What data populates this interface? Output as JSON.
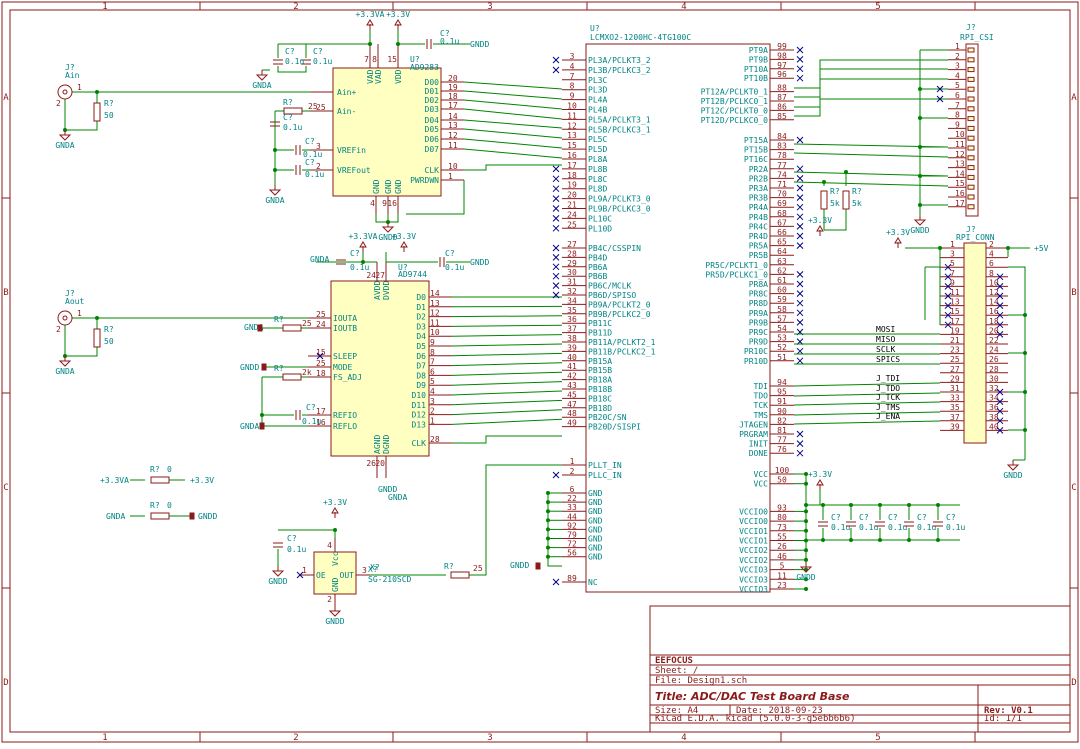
{
  "frame": {
    "cols": [
      "1",
      "2",
      "3",
      "4",
      "5"
    ],
    "rows": [
      "A",
      "B",
      "C",
      "D"
    ]
  },
  "title_block": {
    "company": "EEFOCUS",
    "sheet": "Sheet: /",
    "file": "File: Design1.sch",
    "title": "Title: ADC/DAC Test Board Base",
    "size": "Size: A4",
    "date": "Date: 2018-09-23",
    "rev": "Rev: V0.1",
    "tool": "KiCad E.D.A.  kicad (5.0.0-3-g5ebb6b6)",
    "id": "Id: 1/1"
  },
  "fpga": {
    "ref": "U?",
    "value": "LCMXO2-1200HC-4TG100C",
    "left_pins": [
      [
        "3",
        "PL3A/PCLKT3_2"
      ],
      [
        "4",
        "PL3B/PCLKC3_2"
      ],
      [
        "7",
        "PL3C"
      ],
      [
        "8",
        "PL3D"
      ],
      [
        "9",
        "PL4A"
      ],
      [
        "10",
        "PL4B"
      ],
      [
        "11",
        "PL5A/PCLKT3_1"
      ],
      [
        "12",
        "PL5B/PCLKC3_1"
      ],
      [
        "13",
        "PL5C"
      ],
      [
        "15",
        "PL5D"
      ],
      [
        "16",
        "PL8A"
      ],
      [
        "17",
        "PL8B"
      ],
      [
        "18",
        "PL8C"
      ],
      [
        "19",
        "PL8D"
      ],
      [
        "20",
        "PL9A/PCLKT3_0"
      ],
      [
        "21",
        "PL9B/PCLKC3_0"
      ],
      [
        "24",
        "PL10C"
      ],
      [
        "25",
        "PL10D"
      ],
      [
        "27",
        "PB4C/CSSPIN"
      ],
      [
        "28",
        "PB4D"
      ],
      [
        "29",
        "PB6A"
      ],
      [
        "30",
        "PB6B"
      ],
      [
        "31",
        "PB6C/MCLK"
      ],
      [
        "32",
        "PB6D/SPISO"
      ],
      [
        "34",
        "PB9A/PCLKT2_0"
      ],
      [
        "35",
        "PB9B/PCLKC2_0"
      ],
      [
        "36",
        "PB11C"
      ],
      [
        "37",
        "PB11D"
      ],
      [
        "38",
        "PB11A/PCLKT2_1"
      ],
      [
        "39",
        "PB11B/PCLKC2_1"
      ],
      [
        "40",
        "PB15A"
      ],
      [
        "41",
        "PB15B"
      ],
      [
        "42",
        "PB18A"
      ],
      [
        "43",
        "PB18B"
      ],
      [
        "45",
        "PB18C"
      ],
      [
        "47",
        "PB18D"
      ],
      [
        "48",
        "PB20C/SN"
      ],
      [
        "49",
        "PB20D/SISPI"
      ],
      [
        "1",
        "PLLT_IN"
      ],
      [
        "2",
        "PLLC_IN"
      ],
      [
        "6",
        "GND"
      ],
      [
        "22",
        "GND"
      ],
      [
        "33",
        "GND"
      ],
      [
        "44",
        "GND"
      ],
      [
        "92",
        "GND"
      ],
      [
        "79",
        "GND"
      ],
      [
        "72",
        "GND"
      ],
      [
        "56",
        "GND"
      ],
      [
        "89",
        "NC"
      ]
    ],
    "right_pins": [
      [
        "99",
        "PT9A"
      ],
      [
        "98",
        "PT9B"
      ],
      [
        "97",
        "PT10A"
      ],
      [
        "96",
        "PT10B"
      ],
      [
        "88",
        "PT12A/PCLKT0_1"
      ],
      [
        "87",
        "PT12B/PCLKC0_1"
      ],
      [
        "86",
        "PT12C/PCLKT0_0"
      ],
      [
        "85",
        "PT12D/PCLKC0_0"
      ],
      [
        "84",
        "PT15A"
      ],
      [
        "83",
        "PT15B"
      ],
      [
        "78",
        "PT16C"
      ],
      [
        "77",
        "PR2A"
      ],
      [
        "74",
        "PR2B"
      ],
      [
        "71",
        "PR3A"
      ],
      [
        "70",
        "PR3B"
      ],
      [
        "69",
        "PR4A"
      ],
      [
        "68",
        "PR4B"
      ],
      [
        "67",
        "PR4C"
      ],
      [
        "66",
        "PR4D"
      ],
      [
        "65",
        "PR5A"
      ],
      [
        "64",
        "PR5B"
      ],
      [
        "63",
        "PR5C/PCLKT1_0"
      ],
      [
        "62",
        "PR5D/PCLKC1_0"
      ],
      [
        "61",
        "PR8A"
      ],
      [
        "60",
        "PR8C"
      ],
      [
        "59",
        "PR8D"
      ],
      [
        "58",
        "PR9A"
      ],
      [
        "57",
        "PR9B"
      ],
      [
        "54",
        "PR9C"
      ],
      [
        "53",
        "PR9D"
      ],
      [
        "52",
        "PR10C"
      ],
      [
        "51",
        "PR10D"
      ],
      [
        "94",
        "TDI"
      ],
      [
        "95",
        "TDO"
      ],
      [
        "91",
        "TCK"
      ],
      [
        "90",
        "TMS"
      ],
      [
        "82",
        "JTAGEN"
      ],
      [
        "81",
        "PRGRAM"
      ],
      [
        "77",
        "INIT"
      ],
      [
        "76",
        "DONE"
      ],
      [
        "100",
        "VCC"
      ],
      [
        "50",
        "VCC"
      ],
      [
        "93",
        "VCCIO0"
      ],
      [
        "80",
        "VCCIO0"
      ],
      [
        "73",
        "VCCIO1"
      ],
      [
        "55",
        "VCCIO1"
      ],
      [
        "26",
        "VCCIO2"
      ],
      [
        "46",
        "VCCIO2"
      ],
      [
        "5",
        "VCCIO3"
      ],
      [
        "11",
        "VCCIO3"
      ],
      [
        "23",
        "VCCIO3"
      ]
    ]
  },
  "adc": {
    "ref": "U?",
    "value": "AD9283",
    "pins_left": [
      [
        "Ain+",
        ""
      ],
      [
        "Ain-",
        "25"
      ],
      [
        "VREFin",
        "3"
      ],
      [
        "VREFout",
        "2"
      ]
    ],
    "pins_right": [
      [
        "D00",
        "20"
      ],
      [
        "D01",
        "19"
      ],
      [
        "D02",
        "18"
      ],
      [
        "D03",
        "17"
      ],
      [
        "D04",
        "14"
      ],
      [
        "D05",
        "13"
      ],
      [
        "D06",
        "12"
      ],
      [
        "D07",
        "11"
      ],
      [
        "CLK",
        "10"
      ],
      [
        "PWRDWN",
        "1"
      ]
    ],
    "top_pins": [
      "VAD",
      "VAD",
      "VDD"
    ],
    "top_nums": [
      "7",
      "8",
      "15"
    ],
    "bottom_pins": [
      "GND",
      "GND",
      "GND"
    ],
    "bottom_nums": [
      "4",
      "9",
      "16"
    ]
  },
  "dac": {
    "ref": "U?",
    "value": "AD9744",
    "pins_left": [
      [
        "IOUTA",
        "25"
      ],
      [
        "IOUTB",
        "24"
      ],
      [
        "SLEEP",
        "15"
      ],
      [
        "MODE",
        "25"
      ],
      [
        "FS_ADJ",
        "18"
      ],
      [
        "REFIO",
        "17"
      ],
      [
        "REFLO",
        "16"
      ]
    ],
    "pins_right": [
      [
        "D0",
        "14"
      ],
      [
        "D1",
        "13"
      ],
      [
        "D2",
        "12"
      ],
      [
        "D3",
        "11"
      ],
      [
        "D4",
        "10"
      ],
      [
        "D5",
        "9"
      ],
      [
        "D6",
        "8"
      ],
      [
        "D7",
        "7"
      ],
      [
        "D8",
        "6"
      ],
      [
        "D9",
        "5"
      ],
      [
        "D10",
        "4"
      ],
      [
        "D11",
        "3"
      ],
      [
        "D12",
        "2"
      ],
      [
        "D13",
        "1"
      ],
      [
        "CLK",
        "28"
      ]
    ],
    "top_pins": [
      "AVDD",
      "DVDD"
    ],
    "top_nums": [
      "24",
      "27"
    ],
    "bottom_pins": [
      "AGND",
      "DGND"
    ],
    "bottom_nums": [
      "26",
      "20"
    ]
  },
  "osc": {
    "ref": "X?",
    "value": "SG-210SCD",
    "pins": [
      "OE",
      "OUT",
      "Vcc",
      "GND"
    ],
    "nums": [
      "1",
      "3",
      "4",
      "2"
    ]
  },
  "csi": {
    "ref": "J?",
    "value": "RPI_CSI",
    "nums": [
      "1",
      "2",
      "3",
      "4",
      "5",
      "6",
      "7",
      "8",
      "9",
      "10",
      "11",
      "12",
      "13",
      "14",
      "15",
      "16",
      "17"
    ]
  },
  "rpi": {
    "ref": "J?",
    "value": "RPI_CONN",
    "left": [
      "1",
      "3",
      "5",
      "7",
      "9",
      "11",
      "13",
      "15",
      "17",
      "19",
      "21",
      "23",
      "25",
      "27",
      "29",
      "31",
      "33",
      "35",
      "37",
      "39"
    ],
    "right": [
      "2",
      "4",
      "6",
      "8",
      "10",
      "12",
      "14",
      "16",
      "18",
      "20",
      "22",
      "24",
      "26",
      "28",
      "30",
      "32",
      "34",
      "36",
      "38",
      "40"
    ],
    "nets": [
      "MOSI",
      "MISO",
      "SCLK",
      "SPICS",
      "J_TDI",
      "J_TDO",
      "J_TCK",
      "J_TMS",
      "J_ENA"
    ]
  },
  "labels": {
    "p33va": "+3.3VA",
    "p33v": "+3.3V",
    "p5v": "+5V",
    "gnda": "GNDA",
    "gndd": "GNDD",
    "cap": "C?",
    "cap_val": "0.1u",
    "res": "R?",
    "r50": "50",
    "r25": "25",
    "r2k": "2k",
    "r5k": "5k",
    "r0": "0",
    "ain_ref": "J?",
    "ain": "Ain",
    "aout_ref": "J?",
    "aout": "Aout"
  }
}
